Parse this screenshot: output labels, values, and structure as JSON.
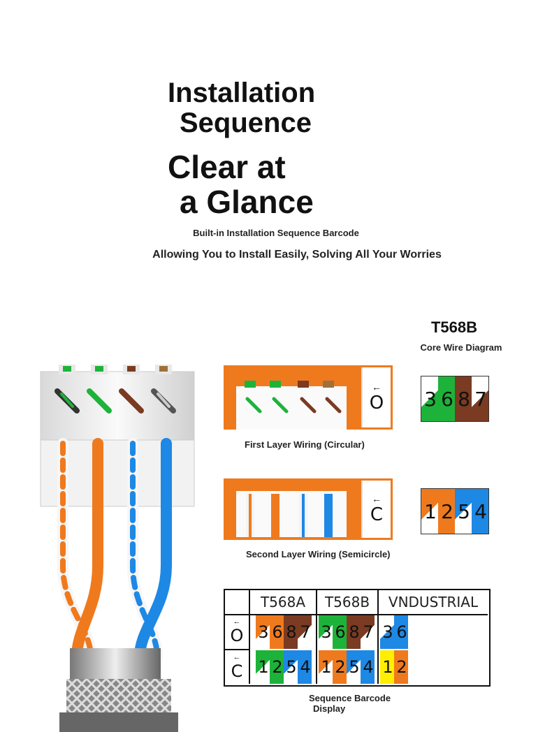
{
  "heading": {
    "line1": "Installation",
    "line2": "Sequence",
    "line3": "Clear at",
    "line4": "a Glance"
  },
  "subtitle": "Built-in Installation Sequence Barcode",
  "tagline": "Allowing You to Install Easily, Solving All Your Worries",
  "diagram": {
    "title": "T568B",
    "subtitle": "Core Wire Diagram",
    "first_layer": {
      "caption": "First Layer Wiring (Circular)",
      "mark": "O",
      "digits": [
        "3",
        "6",
        "8",
        "7"
      ]
    },
    "second_layer": {
      "caption": "Second Layer Wiring (Semicircle)",
      "mark": "C",
      "digits": [
        "1",
        "2",
        "5",
        "4"
      ]
    }
  },
  "sequence_table": {
    "caption_line1": "Sequence Barcode",
    "caption_line2": "Display",
    "columns": [
      "T568A",
      "T568B",
      "VNDUSTRIAL"
    ],
    "row_marks": [
      "O",
      "C"
    ],
    "t568a": {
      "top": [
        "3",
        "6",
        "8",
        "7"
      ],
      "bottom": [
        "1",
        "2",
        "5",
        "4"
      ]
    },
    "t568b": {
      "top": [
        "3",
        "6",
        "8",
        "7"
      ],
      "bottom": [
        "1",
        "2",
        "5",
        "4"
      ]
    },
    "vndustrial": {
      "top": [
        "3",
        "6"
      ],
      "bottom": [
        "1",
        "2"
      ]
    }
  },
  "colors": {
    "orange": "#ef7a1e",
    "green": "#1db33a",
    "brown": "#7a3b22",
    "blue": "#1e88e5",
    "yellow": "#ffee00",
    "white": "#ffffff"
  }
}
